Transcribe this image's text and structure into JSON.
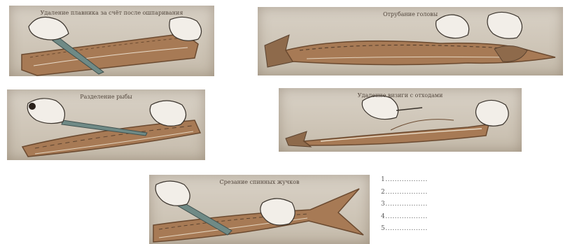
{
  "panels": [
    {
      "caption": "Удаление плавника за счёт после ошпаривания"
    },
    {
      "caption": "Отрубание головы"
    },
    {
      "caption": "Разделение рыбы"
    },
    {
      "caption": "Удаление визиги с отходами"
    },
    {
      "caption": "Срезание спинных жучков"
    }
  ],
  "answers": [
    "1..................",
    "2..................",
    "3..................",
    "4..................",
    "5.................."
  ],
  "colors": {
    "fish_body": "#a77a55",
    "fish_dark": "#6b4a30",
    "knife": "#6f8a86",
    "hand_outline": "#3a332c"
  }
}
